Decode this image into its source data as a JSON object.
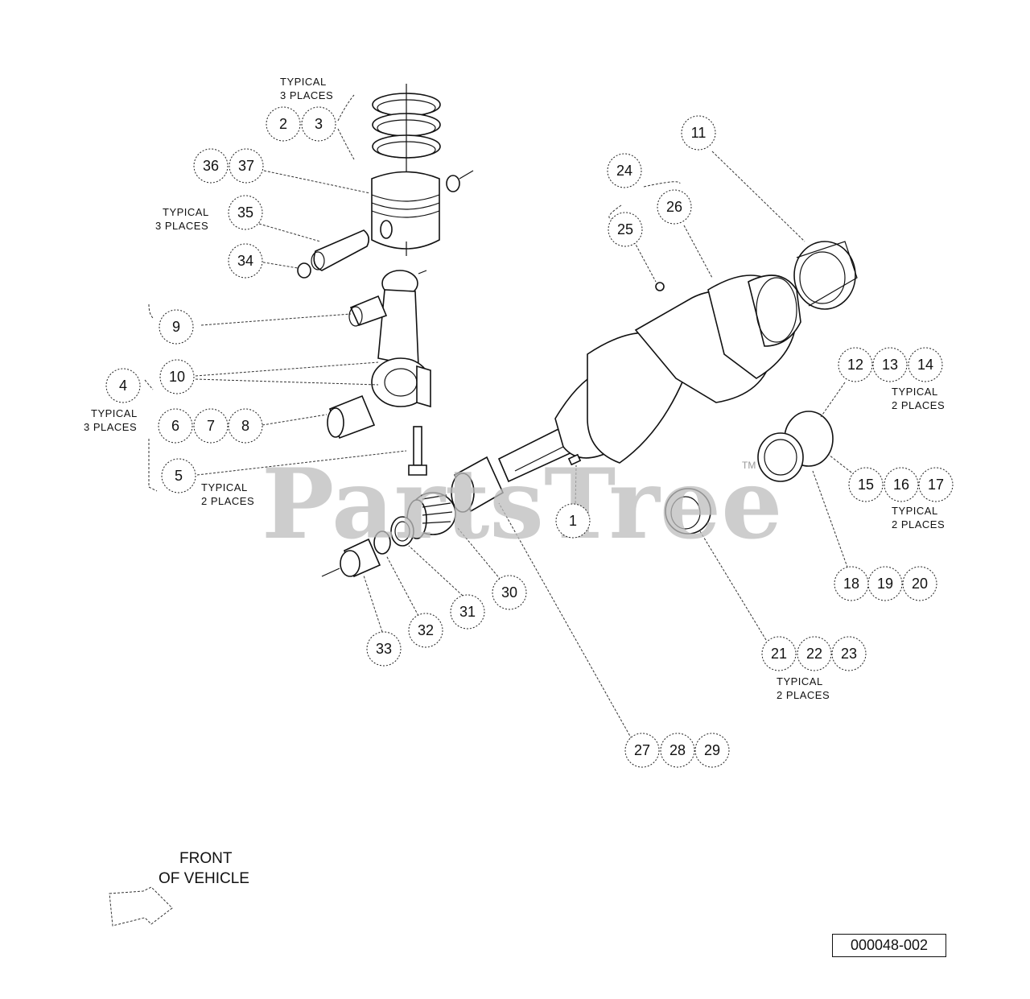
{
  "diagram": {
    "watermark": "PartsTree",
    "watermark_tm": "TM",
    "front_label": [
      "FRONT",
      "OF VEHICLE"
    ],
    "reference_code": "000048-002",
    "notes": {
      "typical_3_rings": [
        "TYPICAL",
        "3 PLACES"
      ],
      "typical_3_piston": [
        "TYPICAL",
        "3 PLACES"
      ],
      "typical_3_rod": [
        "TYPICAL",
        "3 PLACES"
      ],
      "typical_2_bolt": [
        "TYPICAL",
        "2 PLACES"
      ],
      "typical_2_a": [
        "TYPICAL",
        "2 PLACES"
      ],
      "typical_2_b": [
        "TYPICAL",
        "2 PLACES"
      ],
      "typical_2_c": [
        "TYPICAL",
        "2 PLACES"
      ]
    },
    "callouts": [
      "1",
      "2",
      "3",
      "4",
      "5",
      "6",
      "7",
      "8",
      "9",
      "10",
      "11",
      "12",
      "13",
      "14",
      "15",
      "16",
      "17",
      "18",
      "19",
      "20",
      "21",
      "22",
      "23",
      "24",
      "25",
      "26",
      "27",
      "28",
      "29",
      "30",
      "31",
      "32",
      "33",
      "34",
      "35",
      "36",
      "37"
    ]
  }
}
